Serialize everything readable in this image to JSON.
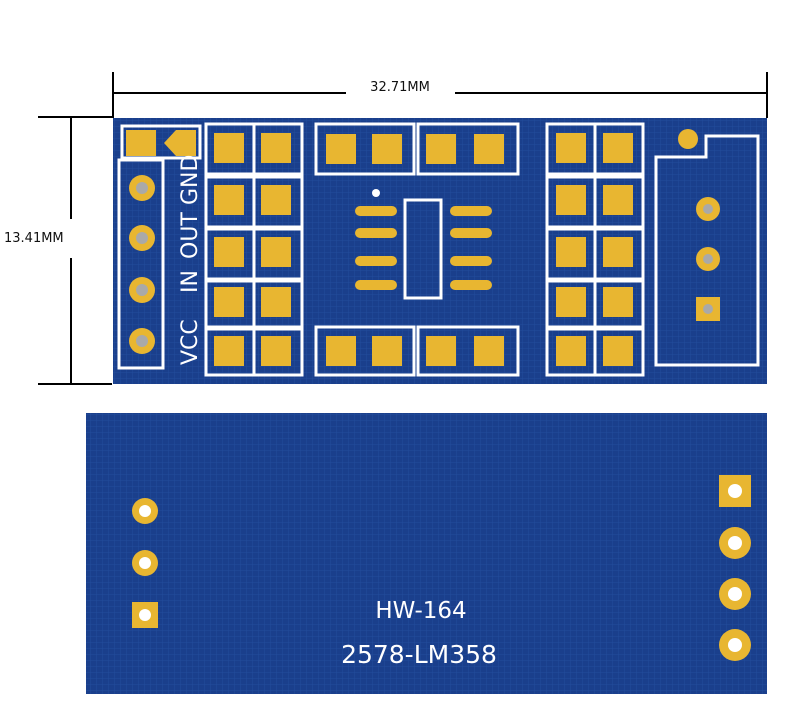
{
  "dimensions": {
    "width_label": "32.71MM",
    "height_label": "13.41MM"
  },
  "top_board": {
    "pin_labels": [
      "VCC",
      "IN",
      "OUT",
      "GND"
    ]
  },
  "bottom_board": {
    "model_label": "HW-164",
    "part_label": "2578-LM358"
  },
  "colors": {
    "board_blue": "#1a3f8c",
    "pad_gold": "#e8b631",
    "silkscreen": "#ffffff",
    "hole_gray": "#a9a9a9"
  }
}
